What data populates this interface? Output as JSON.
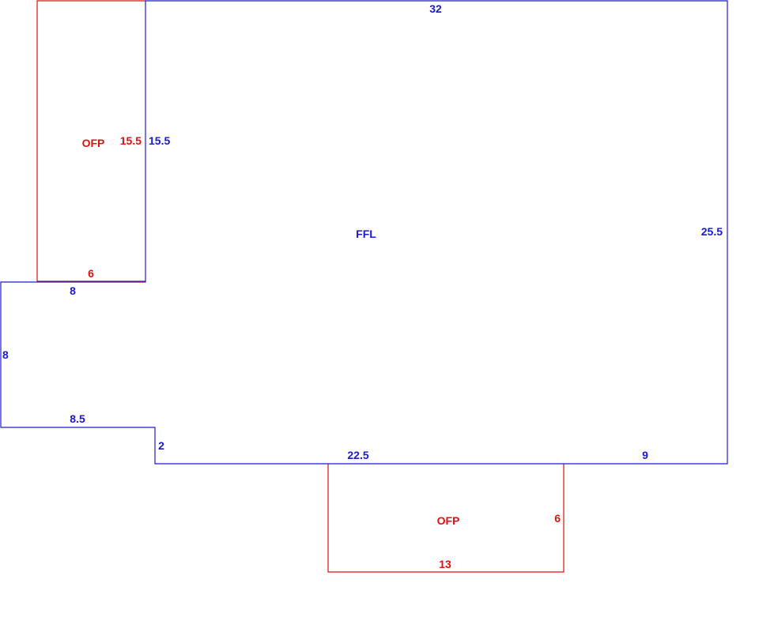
{
  "colors": {
    "main_area": "#1a1ad0",
    "porch_area": "#e01010"
  },
  "main_area": {
    "label": "FFL",
    "dims": {
      "top": "32",
      "right": "25.5",
      "bottom_right": "9",
      "bottom_mid": "22.5",
      "step_vertical": "2",
      "lower_left_bottom": "8.5",
      "left": "8",
      "notch_bottom": "8",
      "notch_side": "15.5"
    }
  },
  "porch_left": {
    "label": "OFP",
    "dims": {
      "side": "15.5",
      "bottom": "6"
    }
  },
  "porch_bottom": {
    "label": "OFP",
    "dims": {
      "side": "6",
      "bottom": "13"
    }
  }
}
